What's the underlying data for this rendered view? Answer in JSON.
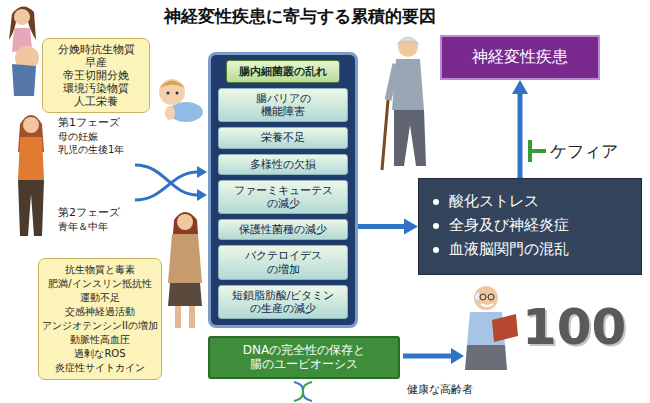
{
  "diagram": {
    "title": "神経変性疾患に寄与する累積的要因",
    "nodes": [
      {
        "text": [
          "分娩時抗生物質",
          "早産",
          "帝王切開分娩",
          "環境汚染物質",
          "人工栄養"
        ]
      },
      {
        "text": [
          "抗生物質と毒素",
          "肥満/インスリン抵抗性",
          "運動不足",
          "交感神経過活動",
          "アンジオテンシンIIの増加",
          "動脈性高血圧",
          "過剰なROS",
          "炎症性サイトカイン"
        ]
      },
      {
        "text": [
          "腸内細菌叢の乱れ"
        ]
      },
      {
        "text": [
          "腸バリアの 機能障害"
        ],
        "in": 2
      },
      {
        "text": [
          "栄養不足"
        ],
        "in": 2
      },
      {
        "text": [
          "多様性の欠損"
        ],
        "in": 2
      },
      {
        "text": [
          "ファーミキューテス の減少"
        ],
        "in": 2
      },
      {
        "text": [
          "保護性菌種の減少"
        ],
        "in": 2
      },
      {
        "text": [
          "バクテロイデス の増加"
        ],
        "in": 2
      },
      {
        "text": [
          "短鎖脂肪酸/ビタミン の生産の減少"
        ],
        "in": 2
      },
      {
        "text": [
          "神経変性疾患"
        ]
      },
      {
        "text": [
          "酸化ストレス",
          "全身及び神経炎症",
          "血液脳関門の混乱"
        ]
      },
      {
        "text": [
          "DNAの完全性の保存と 腸のユービオーシス"
        ]
      }
    ],
    "edges": [
      {
        "from": 2,
        "to": 11,
        "arrow": "to"
      },
      {
        "from": 11,
        "to": 10,
        "arrow": "to"
      }
    ],
    "labels": [
      "第1フェーズ",
      "母の妊娠",
      "乳児の生後1年",
      "第2フェーズ",
      "青年＆中年",
      "ケフィア",
      "健康な高齢者",
      "100"
    ]
  }
}
